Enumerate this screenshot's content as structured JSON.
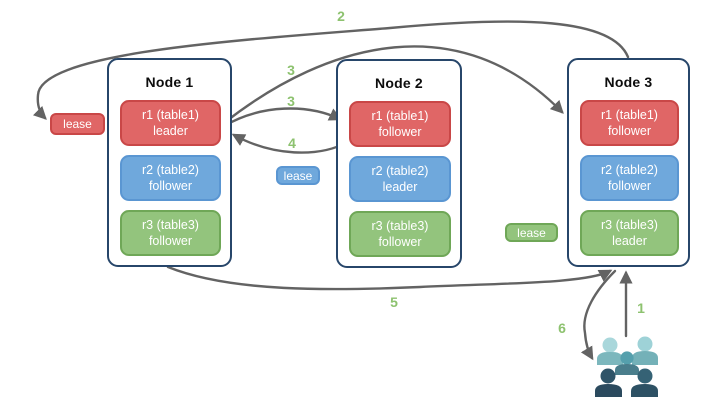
{
  "diagram": {
    "nodes": [
      {
        "title": "Node 1",
        "replicas": [
          {
            "name": "r1 (table1)",
            "role": "leader",
            "color": "red"
          },
          {
            "name": "r2 (table2)",
            "role": "follower",
            "color": "blue"
          },
          {
            "name": "r3 (table3)",
            "role": "follower",
            "color": "green"
          }
        ]
      },
      {
        "title": "Node 2",
        "replicas": [
          {
            "name": "r1 (table1)",
            "role": "follower",
            "color": "red"
          },
          {
            "name": "r2 (table2)",
            "role": "leader",
            "color": "blue"
          },
          {
            "name": "r3 (table3)",
            "role": "follower",
            "color": "green"
          }
        ]
      },
      {
        "title": "Node 3",
        "replicas": [
          {
            "name": "r1 (table1)",
            "role": "follower",
            "color": "red"
          },
          {
            "name": "r2 (table2)",
            "role": "follower",
            "color": "blue"
          },
          {
            "name": "r3 (table3)",
            "role": "leader",
            "color": "green"
          }
        ]
      }
    ],
    "leases": [
      {
        "label": "lease",
        "color": "#e06666"
      },
      {
        "label": "lease",
        "color": "#6fa8dc"
      },
      {
        "label": "lease",
        "color": "#93c47d"
      }
    ],
    "steps": {
      "s1": "1",
      "s2": "2",
      "s3a": "3",
      "s3b": "3",
      "s4": "4",
      "s5": "5",
      "s6": "6"
    },
    "icons": {
      "users_group": "users-group-icon"
    },
    "colors": {
      "red_fill": "#e06666",
      "red_border": "#c94747",
      "blue_fill": "#6fa8dc",
      "blue_border": "#5a96d2",
      "green_fill": "#93c47d",
      "green_border": "#6fa757",
      "node_border": "#27466a",
      "arrow": "#636363",
      "step_label": "#8dc26f",
      "people": [
        "#a9d7db",
        "#9ed2d7",
        "#55a0ad",
        "#2f5468",
        "#356275"
      ]
    }
  }
}
